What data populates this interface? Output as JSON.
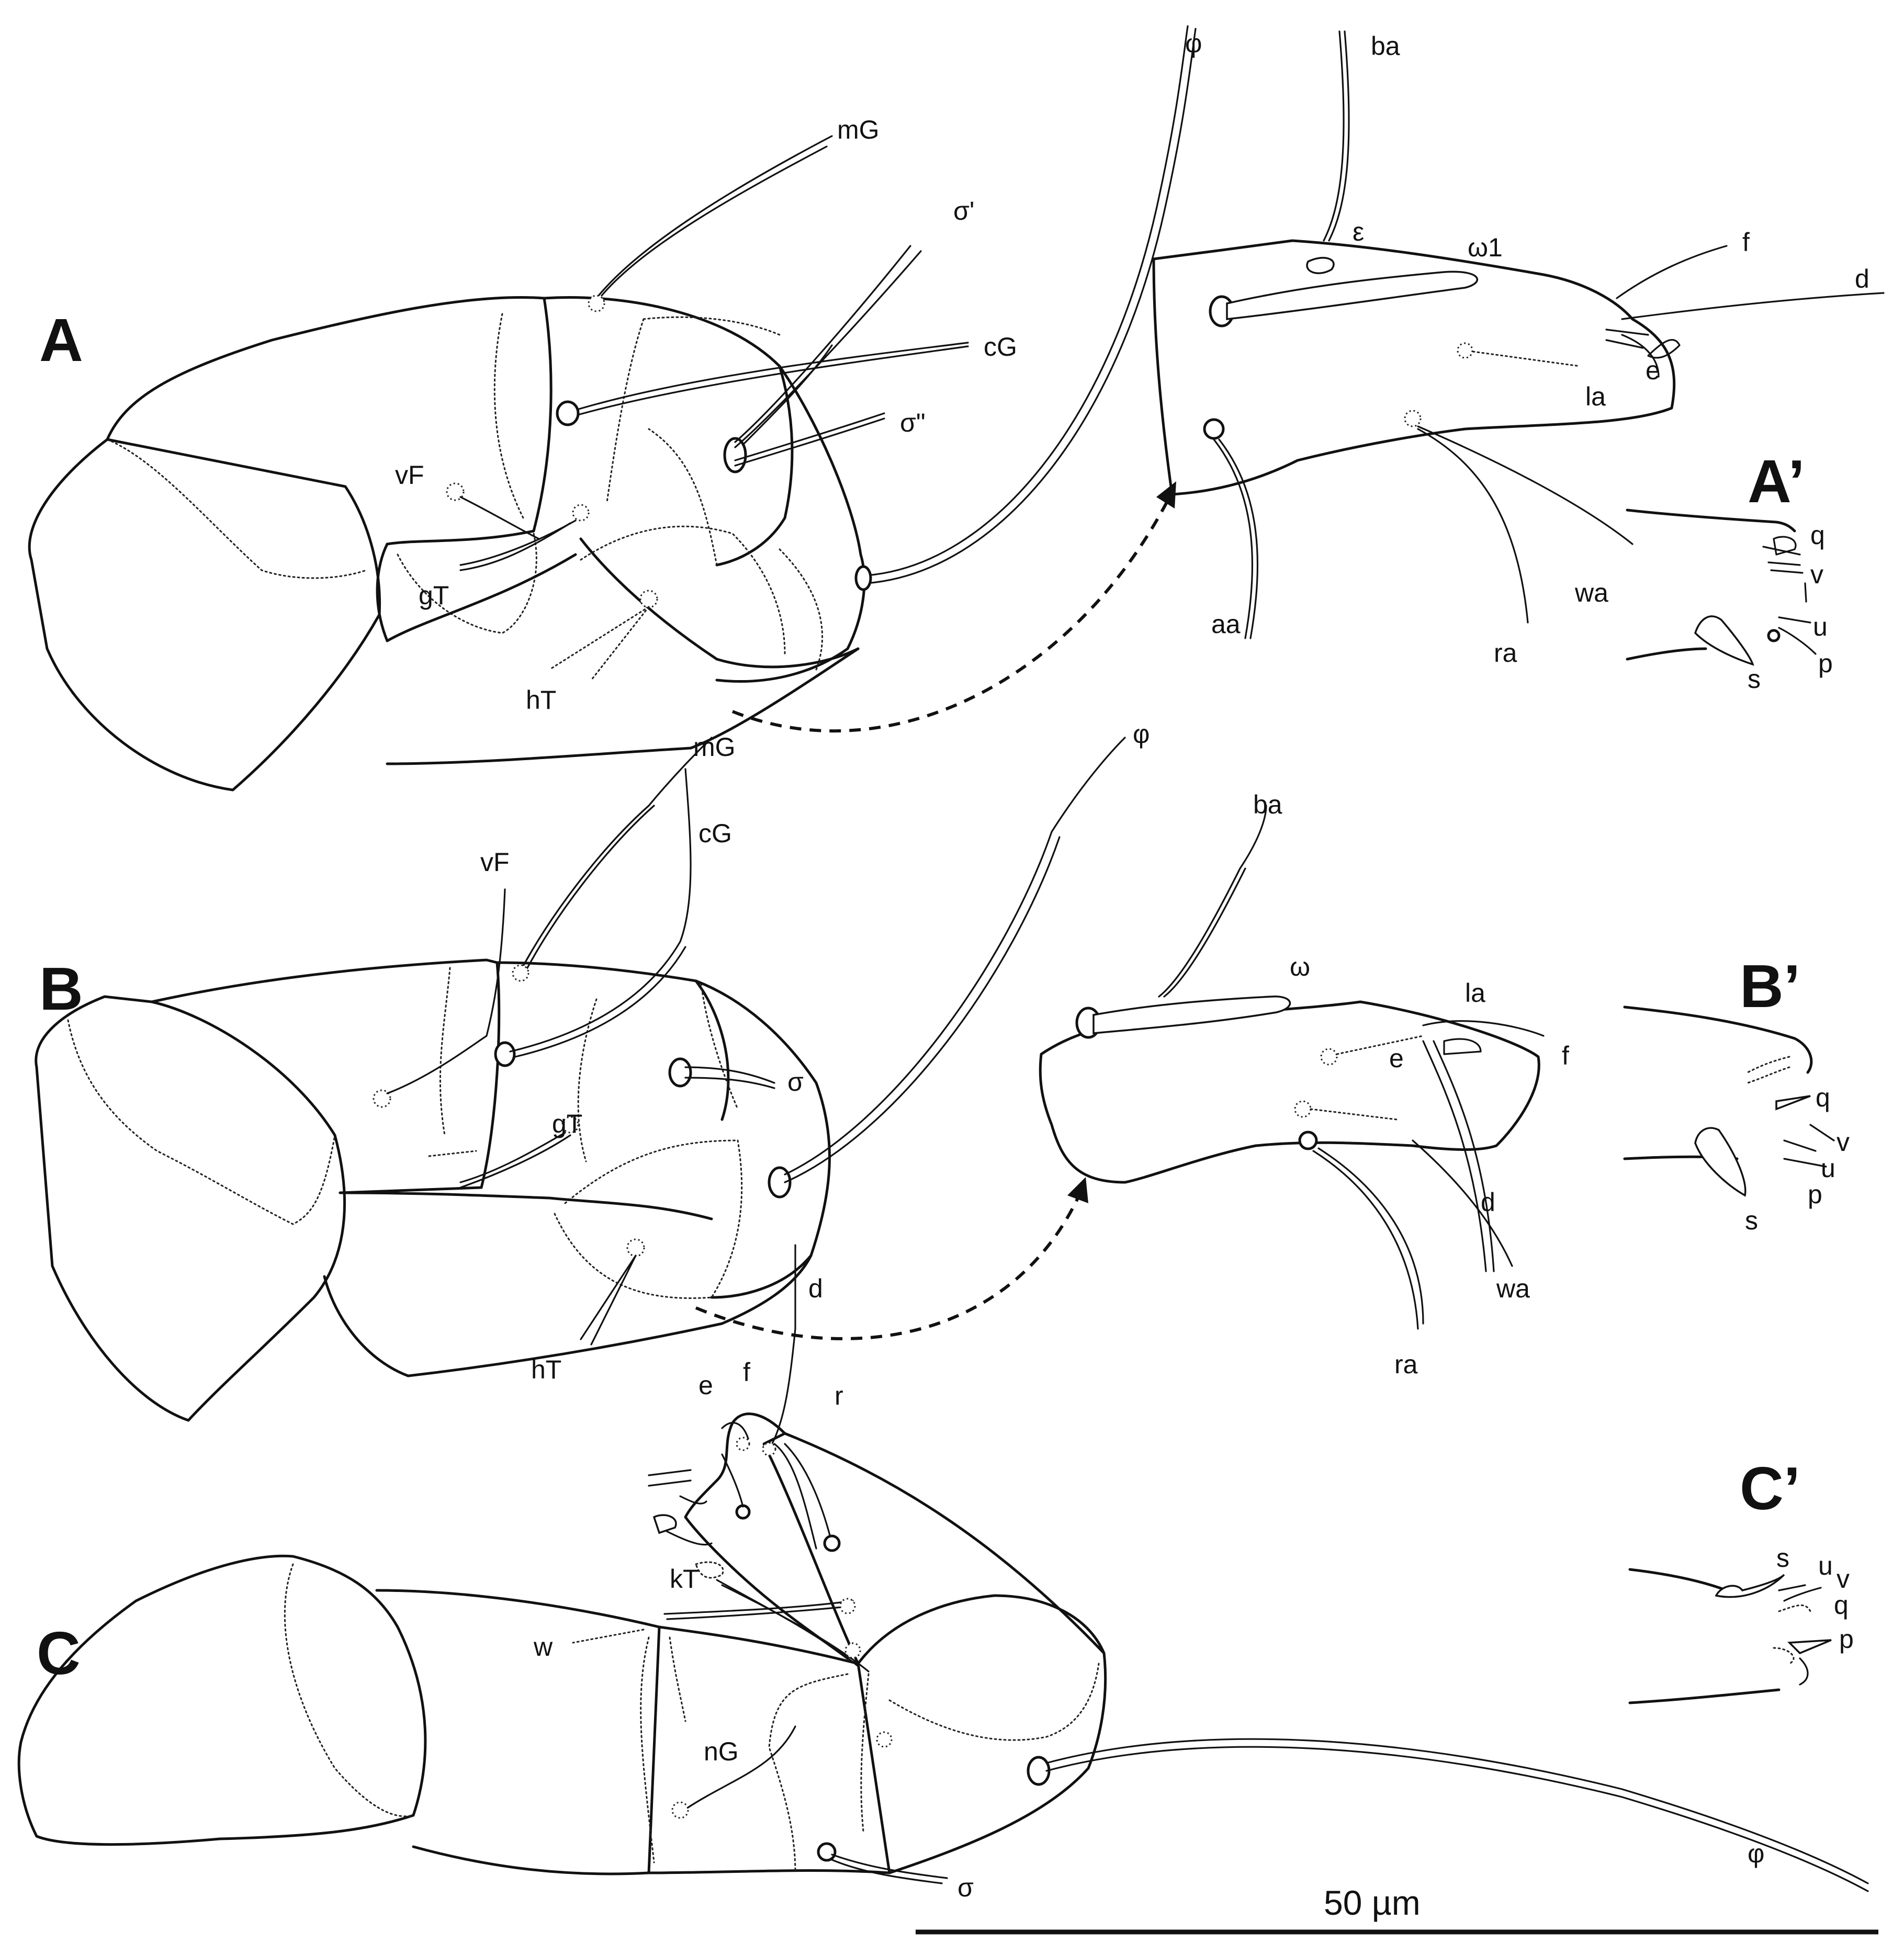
{
  "panels": {
    "A": {
      "letter": "A",
      "labels": {
        "mG": "mG",
        "sigma1": "σ'",
        "cG": "cG",
        "sigma2": "σ\"",
        "vF": "vF",
        "gT": "gT",
        "hT": "hT",
        "phi": "φ"
      },
      "tarsus": {
        "ba": "ba",
        "epsilon": "ε",
        "omega1": "ω1",
        "f": "f",
        "d": "d",
        "e": "e",
        "la": "la",
        "aa": "aa",
        "ra": "ra",
        "wa": "wa"
      },
      "detail": {
        "letter": "A’",
        "q": "q",
        "v": "v",
        "u": "u",
        "p": "p",
        "s": "s"
      }
    },
    "B": {
      "letter": "B",
      "labels": {
        "mG": "mG",
        "cG": "cG",
        "vF": "vF",
        "sigma": "σ",
        "gT": "gT",
        "hT": "hT",
        "phi": "φ"
      },
      "tarsus": {
        "ba": "ba",
        "omega": "ω",
        "la": "la",
        "e": "e",
        "f": "f",
        "d": "d",
        "wa": "wa",
        "ra": "ra"
      },
      "detail": {
        "letter": "B’",
        "q": "q",
        "v": "v",
        "u": "u",
        "p": "p",
        "s": "s"
      }
    },
    "C": {
      "letter": "C",
      "labels": {
        "d": "d",
        "e": "e",
        "f": "f",
        "r": "r",
        "kT": "kT",
        "w": "w",
        "nG": "nG",
        "sigma": "σ",
        "phi": "φ"
      },
      "detail": {
        "letter": "C’",
        "s": "s",
        "u": "u",
        "v": "v",
        "q": "q",
        "p": "p"
      }
    }
  },
  "scale_bar": {
    "label": "50 µm"
  }
}
